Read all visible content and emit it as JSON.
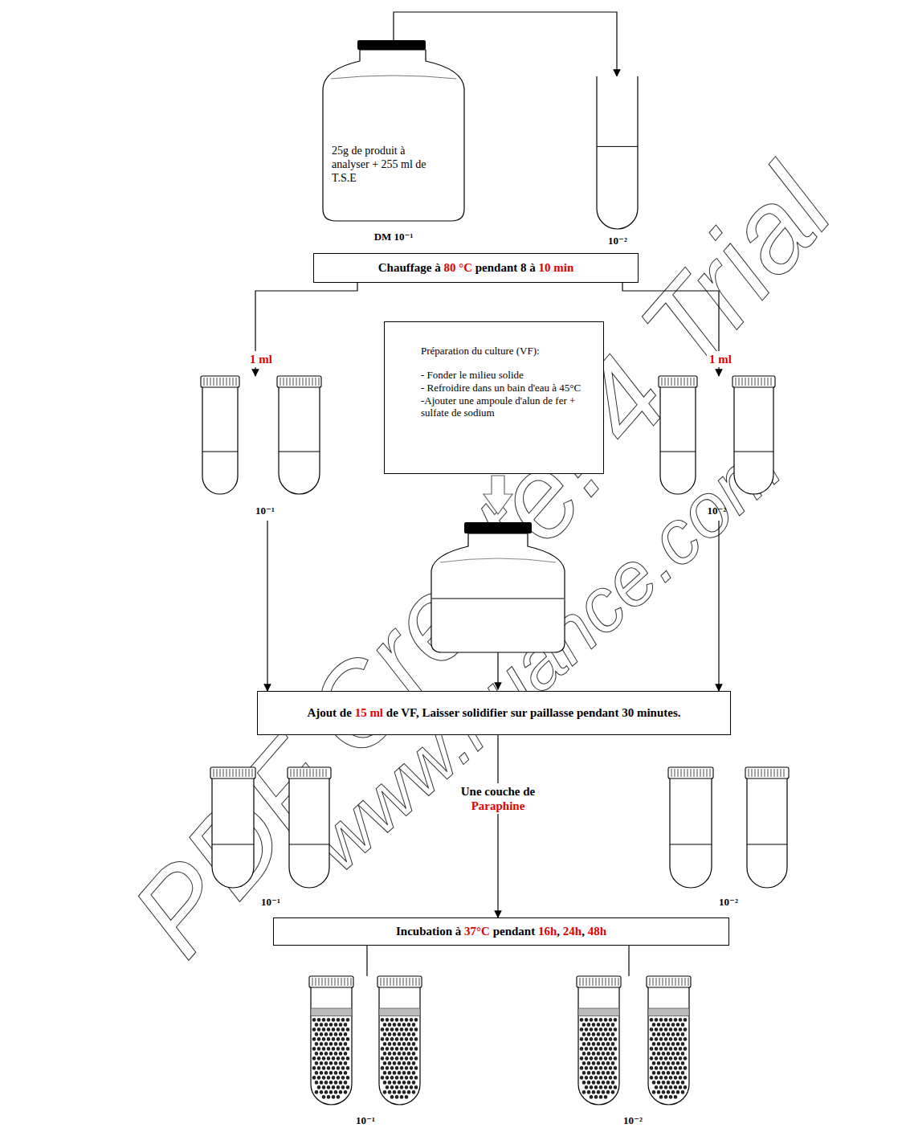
{
  "diagram": {
    "nodes": [
      {
        "text": [
          "25g de produit à analyser + 255 ml de T.S.E",
          "DM 10⁻¹"
        ]
      },
      {
        "text": [
          "10⁻²"
        ]
      },
      {
        "text": [
          "Chauffage à 80 °C pendant 8 à 10 min"
        ]
      },
      {
        "text": [
          "10⁻¹"
        ]
      },
      {
        "text": [
          "Préparation du culture (VF):",
          "- Fonder le milieu solide",
          "- Refroidire dans un bain d'eau à 45°C",
          "-Ajouter une ampoule d'alun de fer + sulfate de sodium"
        ]
      },
      {
        "text": [
          "10⁻²"
        ]
      },
      {
        "text": [
          "Ajout de 15 ml de VF, Laisser solidifier sur paillasse pendant 30 minutes."
        ]
      },
      {
        "text": [
          "10⁻¹"
        ]
      },
      {
        "text": [
          "10⁻²"
        ]
      },
      {
        "text": [
          "Incubation à 37°C pendant 16h, 24h, 48h"
        ]
      },
      {
        "text": [
          "10⁻¹"
        ]
      },
      {
        "text": [
          "10⁻²"
        ]
      }
    ],
    "edges": [
      {
        "from": 0,
        "to": 1,
        "arrow": "to"
      },
      {
        "from": 2,
        "to": 3,
        "label": "1 ml",
        "arrow": "to"
      },
      {
        "from": 2,
        "to": 5,
        "label": "1 ml",
        "arrow": "to"
      },
      {
        "from": 3,
        "to": 6,
        "arrow": "to"
      },
      {
        "from": 5,
        "to": 6,
        "arrow": "to"
      },
      {
        "from": 6,
        "to": 9,
        "label": "Une couche de Paraphine",
        "arrow": "to"
      },
      {
        "from": 9,
        "to": 10,
        "arrow": "none"
      },
      {
        "from": 9,
        "to": 11,
        "arrow": "none"
      }
    ],
    "labels": [
      "PDF Create! 4 Trial",
      "www.nuance.com"
    ]
  }
}
